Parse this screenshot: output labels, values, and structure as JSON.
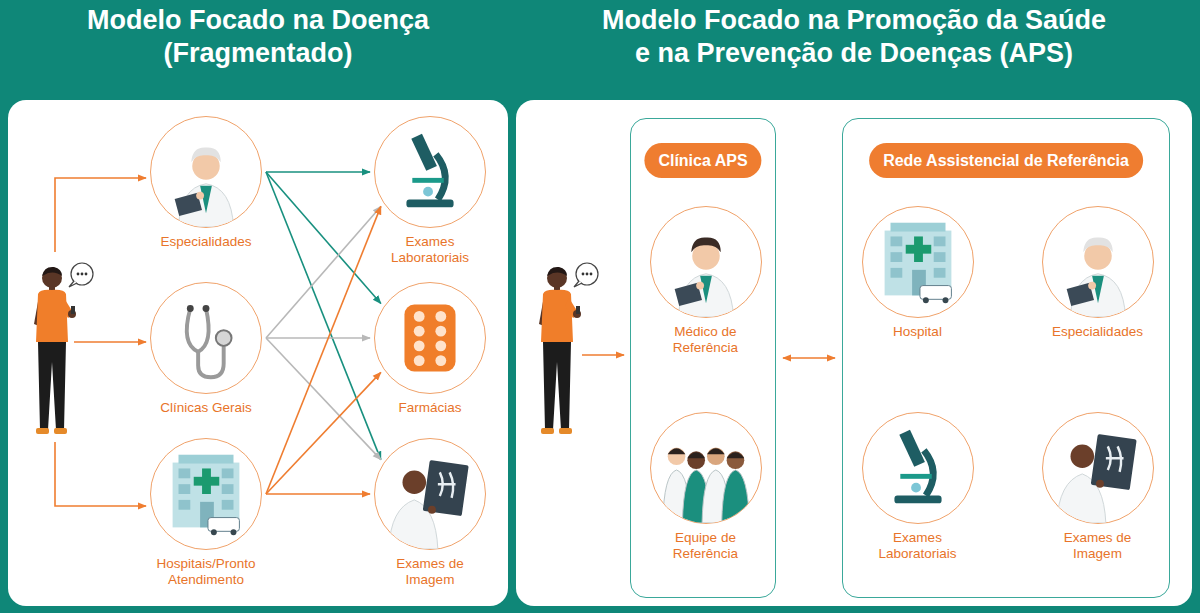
{
  "diagram": {
    "nodes": [
      {
        "text": [
          "Modelo Focado na Doença (Fragmentado)"
        ]
      },
      {
        "text": [
          "Especialidades"
        ],
        "in": 0
      },
      {
        "text": [
          "Clínicas Gerais"
        ],
        "in": 0
      },
      {
        "text": [
          "Hospitais/Pronto Atendimento"
        ],
        "in": 0
      },
      {
        "text": [
          "Exames Laboratoriais"
        ],
        "in": 0
      },
      {
        "text": [
          "Farmácias"
        ],
        "in": 0
      },
      {
        "text": [
          "Exames de Imagem"
        ],
        "in": 0
      },
      {
        "text": [
          "Modelo Focado na Promoção da Saúde e na Prevenção de Doenças (APS)"
        ]
      },
      {
        "text": [
          "Clínica APS"
        ],
        "in": 7
      },
      {
        "text": [
          "Médico de Referência"
        ],
        "in": 8
      },
      {
        "text": [
          "Equipe de Referência"
        ],
        "in": 8
      },
      {
        "text": [
          "Rede Assistencial de Referência"
        ],
        "in": 7
      },
      {
        "text": [
          "Hospital"
        ],
        "in": 11
      },
      {
        "text": [
          "Especialidades"
        ],
        "in": 11
      },
      {
        "text": [
          "Exames Laboratoriais"
        ],
        "in": 11
      },
      {
        "text": [
          "Exames de Imagem"
        ],
        "in": 11
      }
    ],
    "edges": [
      {
        "from": 1,
        "to": 4,
        "arrow": "to"
      },
      {
        "from": 1,
        "to": 5,
        "arrow": "to"
      },
      {
        "from": 1,
        "to": 6,
        "arrow": "to"
      },
      {
        "from": 2,
        "to": 4,
        "arrow": "to"
      },
      {
        "from": 2,
        "to": 5,
        "arrow": "to"
      },
      {
        "from": 2,
        "to": 6,
        "arrow": "to"
      },
      {
        "from": 3,
        "to": 4,
        "arrow": "to"
      },
      {
        "from": 3,
        "to": 5,
        "arrow": "to"
      },
      {
        "from": 3,
        "to": 6,
        "arrow": "to"
      },
      {
        "from": 8,
        "to": 11,
        "arrow": "both"
      }
    ]
  }
}
